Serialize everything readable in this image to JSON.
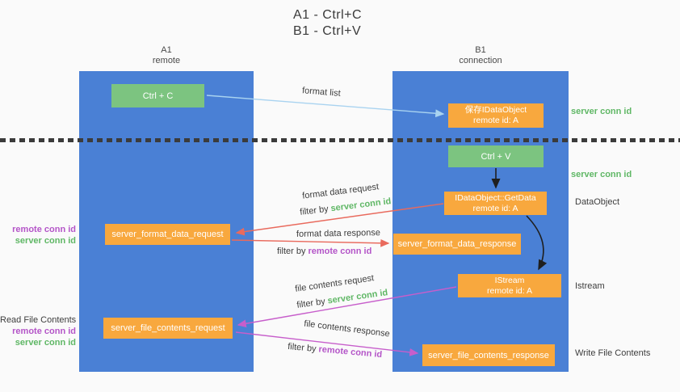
{
  "title": {
    "line1": "A1 - Ctrl+C",
    "line2": "B1 - Ctrl+V"
  },
  "lanes": {
    "left": {
      "title": "A1",
      "subtitle": "remote"
    },
    "right": {
      "title": "B1",
      "subtitle": "connection"
    }
  },
  "nodes": {
    "ctrl_c": "Ctrl + C",
    "ctrl_v": "Ctrl + V",
    "save_dataobject": {
      "line1": "保存IDataObject",
      "line2": "remote id: A"
    },
    "getdata": {
      "line1": "IDataObject::GetData",
      "line2": "remote id: A"
    },
    "istream": {
      "line1": "IStream",
      "line2": "remote id: A"
    },
    "format_request": "server_format_data_request",
    "format_response": "server_format_data_response",
    "file_request": "server_file_contents_request",
    "file_response": "server_file_contents_response"
  },
  "labels": {
    "format_list": "format list",
    "format_data_request": "format data request",
    "format_data_response": "format data response",
    "file_contents_request": "file contents request",
    "file_contents_response": "file contents response",
    "filter_by": "filter by",
    "server_conn_id": "server conn id",
    "remote_conn_id": "remote conn id",
    "dataobject": "DataObject",
    "istream": "Istream",
    "read_file_contents": "Read File Contents",
    "write_file_contents": "Write File Contents"
  },
  "colors": {
    "background": "#fafafa",
    "lane_blue": "#4a80d5",
    "node_green": "#7cc480",
    "node_orange": "#f8a83e",
    "text_green": "#5fb765",
    "text_purple": "#b455c8",
    "text_dark": "#3d3d3d",
    "arrow_blue": "#a9d3f0",
    "arrow_salmon": "#e96a5d",
    "arrow_magenta": "#c75ecb",
    "arrow_black": "#1f1f1f"
  }
}
